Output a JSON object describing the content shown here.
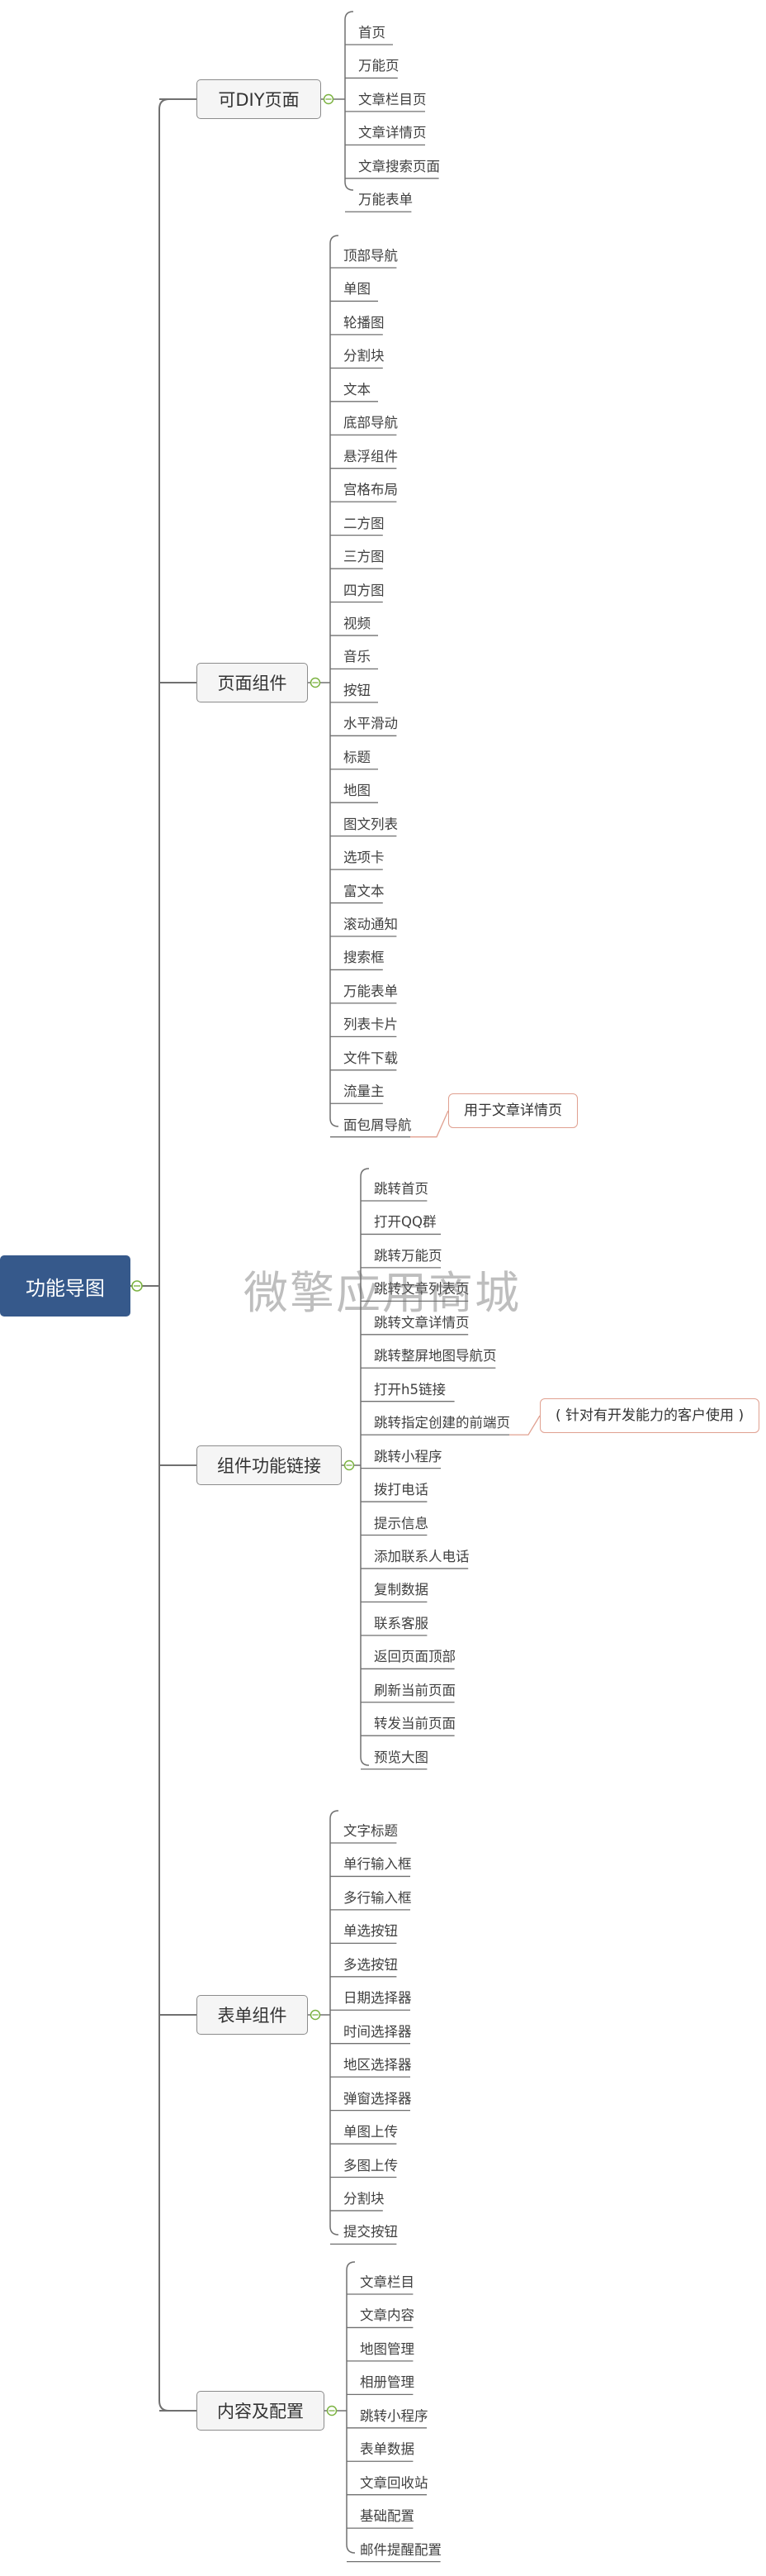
{
  "root": {
    "label": "功能导图"
  },
  "watermark": "微擎应用商城",
  "colors": {
    "root_bg": "#36598b",
    "line": "#707070",
    "collapse_dot": "#7cb342",
    "note_border": "#e0a090"
  },
  "branches": [
    {
      "label": "可DIY页面",
      "items": [
        "首页",
        "万能页",
        "文章栏目页",
        "文章详情页",
        "文章搜索页面",
        "万能表单"
      ]
    },
    {
      "label": "页面组件",
      "items": [
        "顶部导航",
        "单图",
        "轮播图",
        "分割块",
        "文本",
        "底部导航",
        "悬浮组件",
        "宫格布局",
        "二方图",
        "三方图",
        "四方图",
        "视频",
        "音乐",
        "按钮",
        "水平滑动",
        "标题",
        "地图",
        "图文列表",
        "选项卡",
        "富文本",
        "滚动通知",
        "搜索框",
        "万能表单",
        "列表卡片",
        "文件下载",
        "流量主",
        "面包屑导航"
      ],
      "notes": [
        {
          "item": 26,
          "text": "用于文章详情页"
        }
      ]
    },
    {
      "label": "组件功能链接",
      "items": [
        "跳转首页",
        "打开QQ群",
        "跳转万能页",
        "跳转文章列表页",
        "跳转文章详情页",
        "跳转整屏地图导航页",
        "打开h5链接",
        "跳转指定创建的前端页",
        "跳转小程序",
        "拨打电话",
        "提示信息",
        "添加联系人电话",
        "复制数据",
        "联系客服",
        "返回页面顶部",
        "刷新当前页面",
        "转发当前页面",
        "预览大图"
      ],
      "notes": [
        {
          "item": 7,
          "text": "( 针对有开发能力的客户使用 )"
        }
      ]
    },
    {
      "label": "表单组件",
      "items": [
        "文字标题",
        "单行输入框",
        "多行输入框",
        "单选按钮",
        "多选按钮",
        "日期选择器",
        "时间选择器",
        "地区选择器",
        "弹窗选择器",
        "单图上传",
        "多图上传",
        "分割块",
        "提交按钮"
      ]
    },
    {
      "label": "内容及配置",
      "items": [
        "文章栏目",
        "文章内容",
        "地图管理",
        "相册管理",
        "跳转小程序",
        "表单数据",
        "文章回收站",
        "基础配置",
        "邮件提醒配置"
      ]
    }
  ]
}
